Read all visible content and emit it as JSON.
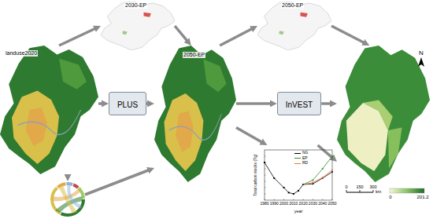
{
  "diagram": {
    "nodes": [
      {
        "text": [
          "landuse2020"
        ]
      },
      {
        "text": [
          "2030-EP"
        ]
      },
      {
        "text": [
          "PLUS"
        ]
      },
      {
        "text": [
          "2050-EP"
        ]
      },
      {
        "text": [
          "2050-EP"
        ]
      },
      {
        "text": [
          "InVEST"
        ]
      },
      {
        "text": [
          "N"
        ]
      },
      {
        "text": [
          "Total carbon stocks (Tg)",
          "year"
        ]
      }
    ],
    "edges": [
      {
        "from": 0,
        "to": 1,
        "arrow": "to"
      },
      {
        "from": 1,
        "to": 3,
        "arrow": "to"
      },
      {
        "from": 0,
        "to": 2,
        "arrow": "to"
      },
      {
        "from": 2,
        "to": 3,
        "arrow": "to"
      },
      {
        "from": 3,
        "to": 4,
        "arrow": "to"
      },
      {
        "from": 4,
        "to": 6,
        "arrow": "to"
      },
      {
        "from": 3,
        "to": 5,
        "arrow": "to"
      },
      {
        "from": 5,
        "to": 6,
        "arrow": "to"
      },
      {
        "from": 3,
        "to": 7,
        "arrow": "to"
      },
      {
        "from": 7,
        "to": 6,
        "arrow": "to"
      }
    ],
    "labels": [
      "1980",
      "1990",
      "2000",
      "2010",
      "2020",
      "2030",
      "2040",
      "2050",
      "0",
      "150",
      "300",
      "km",
      "0",
      "201.2"
    ],
    "legend": [
      {
        "text": "NG",
        "color": "#000000"
      },
      {
        "text": "EP",
        "color": "#2e8b2e"
      },
      {
        "text": "RD",
        "color": "#e8743b"
      }
    ]
  }
}
